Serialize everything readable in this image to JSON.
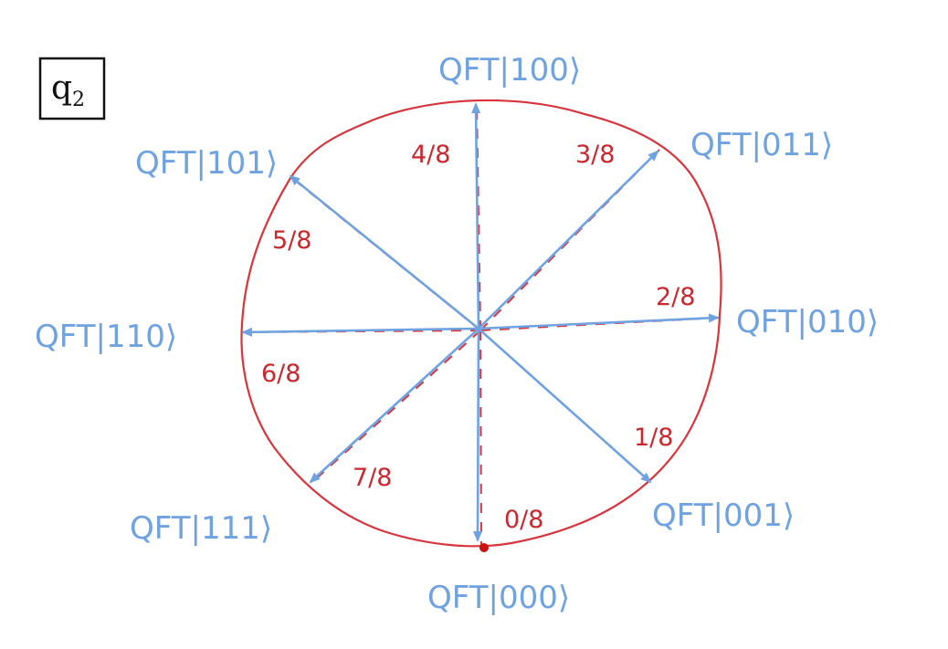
{
  "qubit_box": {
    "letter": "q",
    "subscript": "2"
  },
  "colors": {
    "arrow": "#6fa2e0",
    "circle": "#d8343c",
    "fraction": "#c8282e",
    "marker": "#cc1111"
  },
  "center_point": "·",
  "spokes": [
    {
      "id": "000",
      "state_label": "QFT|000⟩",
      "phase_label": "0/8"
    },
    {
      "id": "001",
      "state_label": "QFT|001⟩",
      "phase_label": "1/8"
    },
    {
      "id": "010",
      "state_label": "QFT|010⟩",
      "phase_label": "2/8"
    },
    {
      "id": "011",
      "state_label": "QFT|011⟩",
      "phase_label": "3/8"
    },
    {
      "id": "100",
      "state_label": "QFT|100⟩",
      "phase_label": "4/8"
    },
    {
      "id": "101",
      "state_label": "QFT|101⟩",
      "phase_label": "5/8"
    },
    {
      "id": "110",
      "state_label": "QFT|110⟩",
      "phase_label": "6/8"
    },
    {
      "id": "111",
      "state_label": "QFT|111⟩",
      "phase_label": "7/8"
    }
  ]
}
